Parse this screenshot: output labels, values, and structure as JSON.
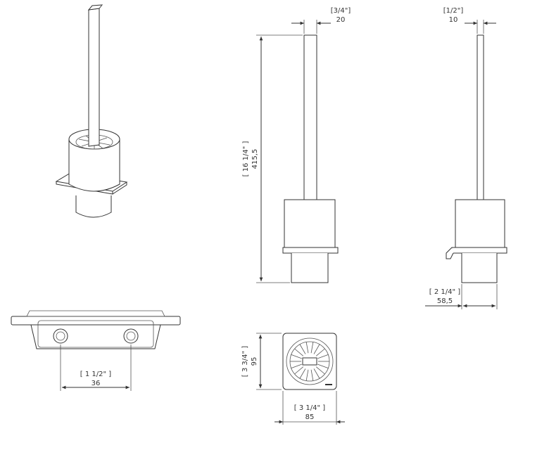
{
  "dimensions": {
    "width_in": "[3/4\"]",
    "width_mm": "20",
    "depth_in": "[1/2\"]",
    "depth_mm": "10",
    "height_in": "[ 16 1/4\" ]",
    "height_mm": "415,5",
    "offset_in": "[ 2 1/4\" ]",
    "offset_mm": "58,5",
    "holes_in": "[ 1 1/2\" ]",
    "holes_mm": "36",
    "plate_height_in": "[ 3 3/4\" ]",
    "plate_height_mm": "95",
    "plate_width_in": "[ 3 1/4\" ]",
    "plate_width_mm": "85"
  },
  "colors": {
    "line": "#333333",
    "background": "#ffffff"
  }
}
